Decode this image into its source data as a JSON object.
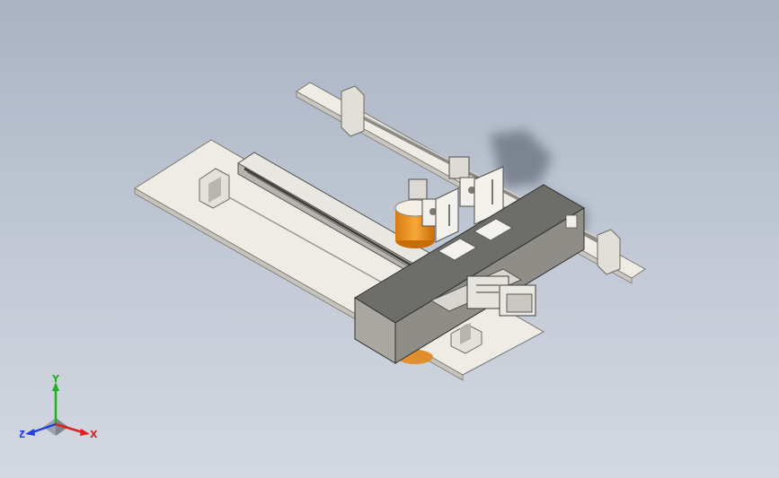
{
  "viewport": {
    "background_top": "#aab3c3",
    "background_bottom": "#d3d8e0"
  },
  "triad": {
    "x_label": "X",
    "y_label": "Y",
    "z_label": "Z",
    "x_color": "#e02020",
    "y_color": "#20b020",
    "z_color": "#2040e0"
  },
  "colors": {
    "plate": "#efece6",
    "plate_edge": "#b5b2ac",
    "gantry_top": "#6d6d6a",
    "gantry_side": "#8e8d88",
    "gantry_front": "#a9a79f",
    "cylinder": "#f0961e",
    "rail": "#5a5a58"
  }
}
